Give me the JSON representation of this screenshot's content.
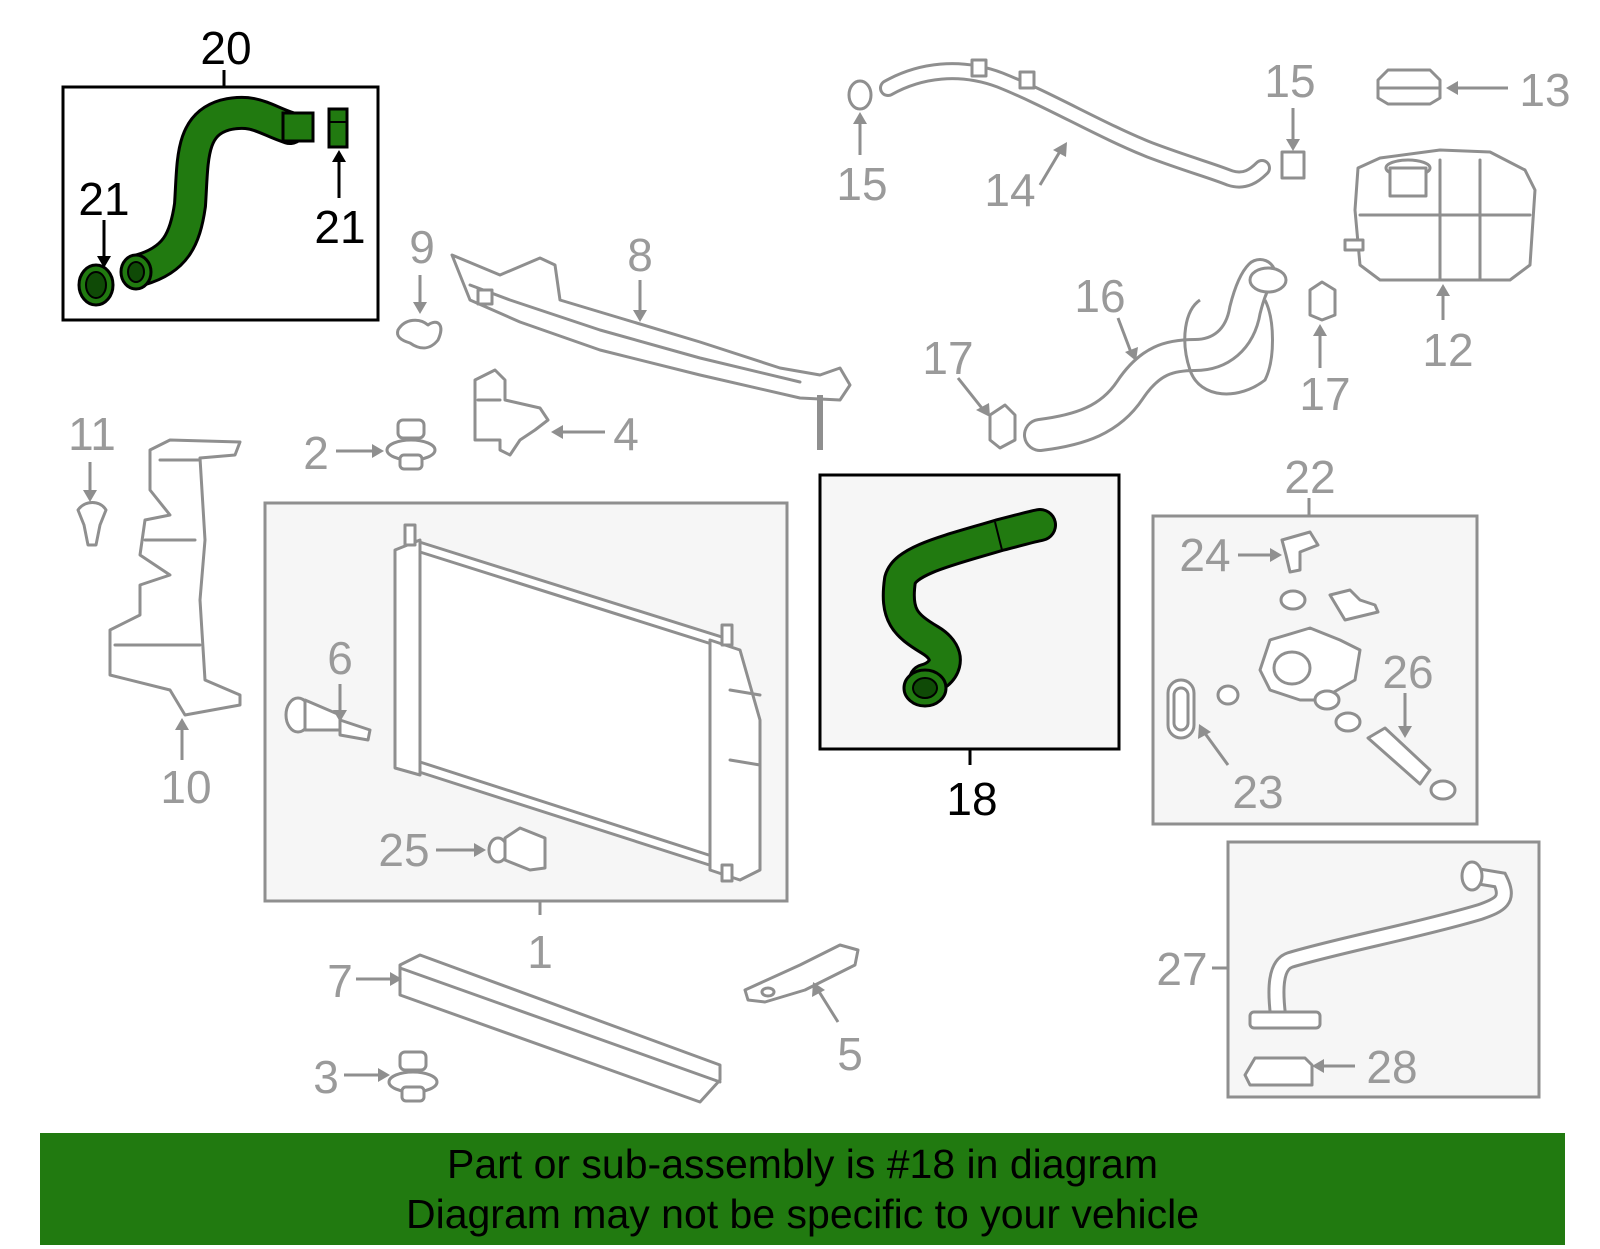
{
  "callouts": {
    "c1": "1",
    "c2": "2",
    "c3": "3",
    "c4": "4",
    "c5": "5",
    "c6": "6",
    "c7": "7",
    "c8": "8",
    "c9": "9",
    "c10": "10",
    "c11": "11",
    "c12": "12",
    "c13": "13",
    "c14": "14",
    "c15a": "15",
    "c15b": "15",
    "c16": "16",
    "c17a": "17",
    "c17b": "17",
    "c18": "18",
    "c20": "20",
    "c21a": "21",
    "c21b": "21",
    "c22": "22",
    "c23": "23",
    "c24": "24",
    "c25": "25",
    "c26": "26",
    "c27": "27",
    "c28": "28"
  },
  "highlight": {
    "part_number": "18",
    "color": "#217a10"
  },
  "banner": {
    "line1": "Part or sub-assembly is #18 in diagram",
    "line2": "Diagram may not be specific to your vehicle",
    "background": "#217a10"
  }
}
